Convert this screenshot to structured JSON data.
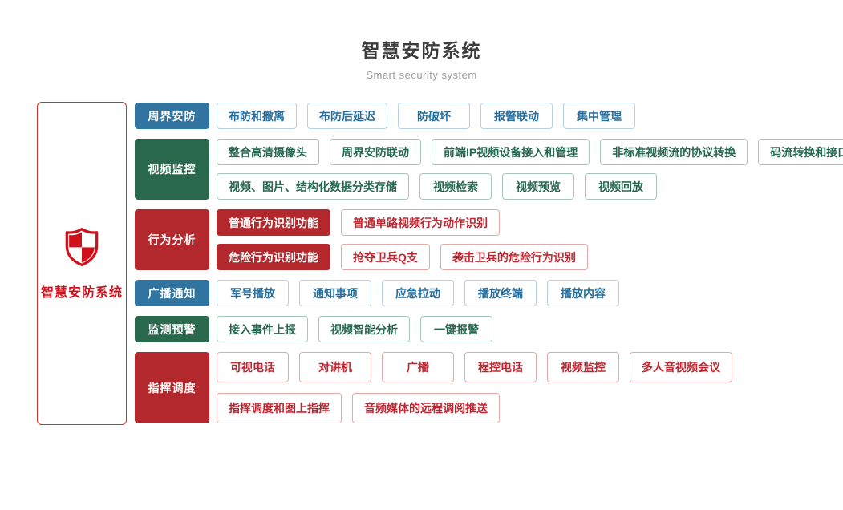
{
  "header": {
    "title": "智慧安防系统",
    "subtitle": "Smart security system"
  },
  "root": {
    "label": "智慧安防系统",
    "icon": "shield-check-icon"
  },
  "colors": {
    "blue": "#30749f",
    "green": "#2a684d",
    "red": "#b2282d",
    "root_red": "#d0111b",
    "title_gray": "#3c3c3c",
    "subtitle_gray": "#9b9b9b"
  },
  "sections": [
    {
      "label": "周界安防",
      "theme": "blue",
      "rows": [
        [
          "布防和撤离",
          "布防后延迟",
          "防破坏",
          "报警联动",
          "集中管理"
        ]
      ]
    },
    {
      "label": "视频监控",
      "theme": "green",
      "rows": [
        [
          "整合高清摄像头",
          "周界安防联动",
          "前端IP视频设备接入和管理",
          "非标准视频流的协议转换",
          "码流转换和接口转换"
        ],
        [
          "视频、图片、结构化数据分类存储",
          "视频检索",
          "视频预览",
          "视频回放"
        ]
      ]
    },
    {
      "label": "行为分析",
      "theme": "red",
      "rows": [
        [
          {
            "text": "普通行为识别功能",
            "filled": true
          },
          "普通单路视频行为动作识别"
        ],
        [
          {
            "text": "危险行为识别功能",
            "filled": true
          },
          "抢夺卫兵Q支",
          "袭击卫兵的危险行为识别"
        ]
      ]
    },
    {
      "label": "广播通知",
      "theme": "blue",
      "rows": [
        [
          "军号播放",
          "通知事项",
          "应急拉动",
          "播放终端",
          "播放内容"
        ]
      ]
    },
    {
      "label": "监测预警",
      "theme": "green",
      "rows": [
        [
          "接入事件上报",
          "视频智能分析",
          "一键报警"
        ]
      ]
    },
    {
      "label": "指挥调度",
      "theme": "red",
      "tall": true,
      "rows": [
        [
          "可视电话",
          "对讲机",
          "广播",
          "程控电话",
          "视频监控",
          "多人音视频会议"
        ],
        [
          "指挥调度和图上指挥",
          "音频媒体的远程调阅推送"
        ]
      ]
    }
  ]
}
